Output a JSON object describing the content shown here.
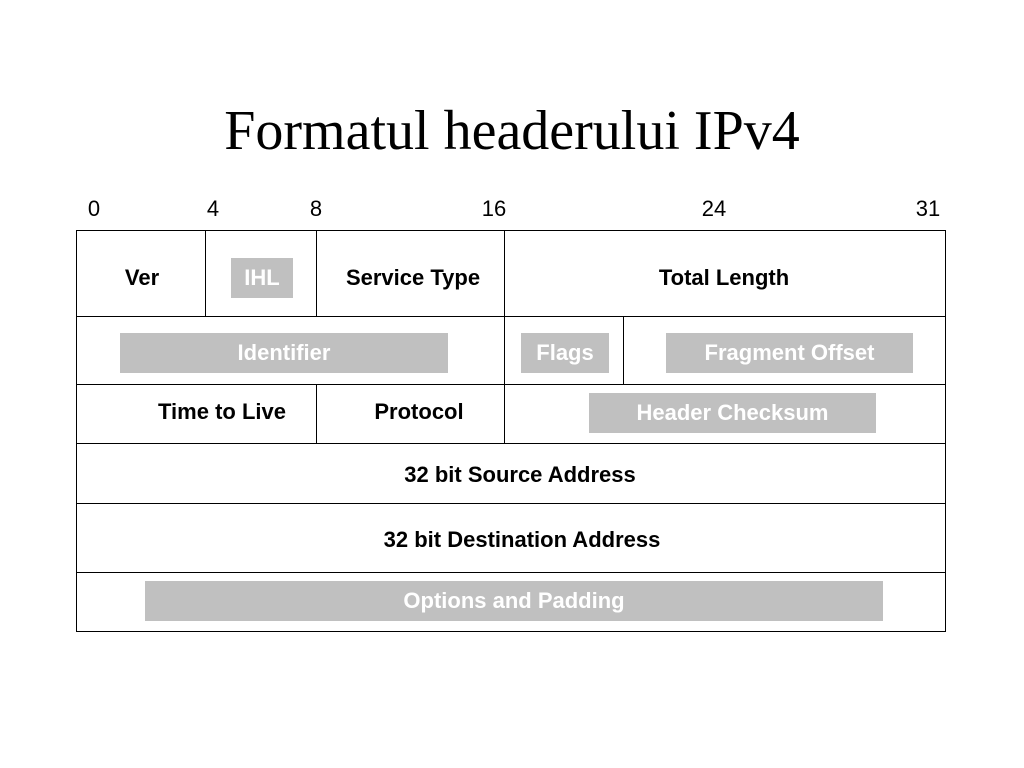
{
  "title": "Formatul headerului IPv4",
  "bit_positions": [
    "0",
    "4",
    "8",
    "16",
    "24",
    "31"
  ],
  "rows": {
    "row1": {
      "ver": "Ver",
      "ihl": "IHL",
      "service_type": "Service Type",
      "total_length": "Total Length"
    },
    "row2": {
      "identifier": "Identifier",
      "flags": "Flags",
      "fragment_offset": "Fragment Offset"
    },
    "row3": {
      "time_to_live": "Time to Live",
      "protocol": "Protocol",
      "header_checksum": "Header Checksum"
    },
    "row4": {
      "source_address": "32 bit Source Address"
    },
    "row5": {
      "destination_address": "32 bit Destination Address"
    },
    "row6": {
      "options_padding": "Options and Padding"
    }
  },
  "colors": {
    "highlight_box": "#c0c0c0",
    "highlight_text": "#ffffff",
    "line": "#000000"
  }
}
